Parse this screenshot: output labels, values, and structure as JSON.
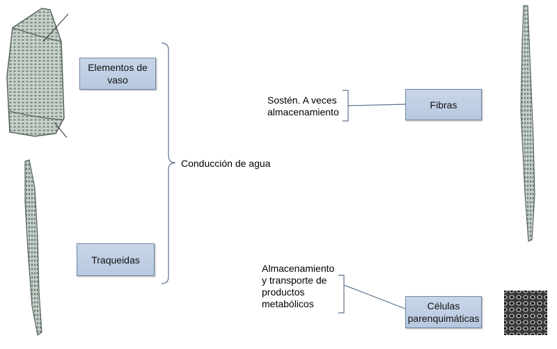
{
  "boxes": {
    "vessel_elements": "Elementos de vaso",
    "tracheids": "Traqueidas",
    "fibers": "Fibras",
    "parenchyma_cells": "Células parenquimáticas"
  },
  "labels": {
    "water_conduction": "Conducción de agua",
    "support": "Sostén. A veces\nalmacenamiento",
    "storage_transport": "Almacenamiento\ny transporte de\nproductos\nmetabólicos"
  },
  "colors": {
    "box_fill": "#c3d2e6",
    "box_border": "#6f87a8",
    "line": "#5a6f8c"
  }
}
